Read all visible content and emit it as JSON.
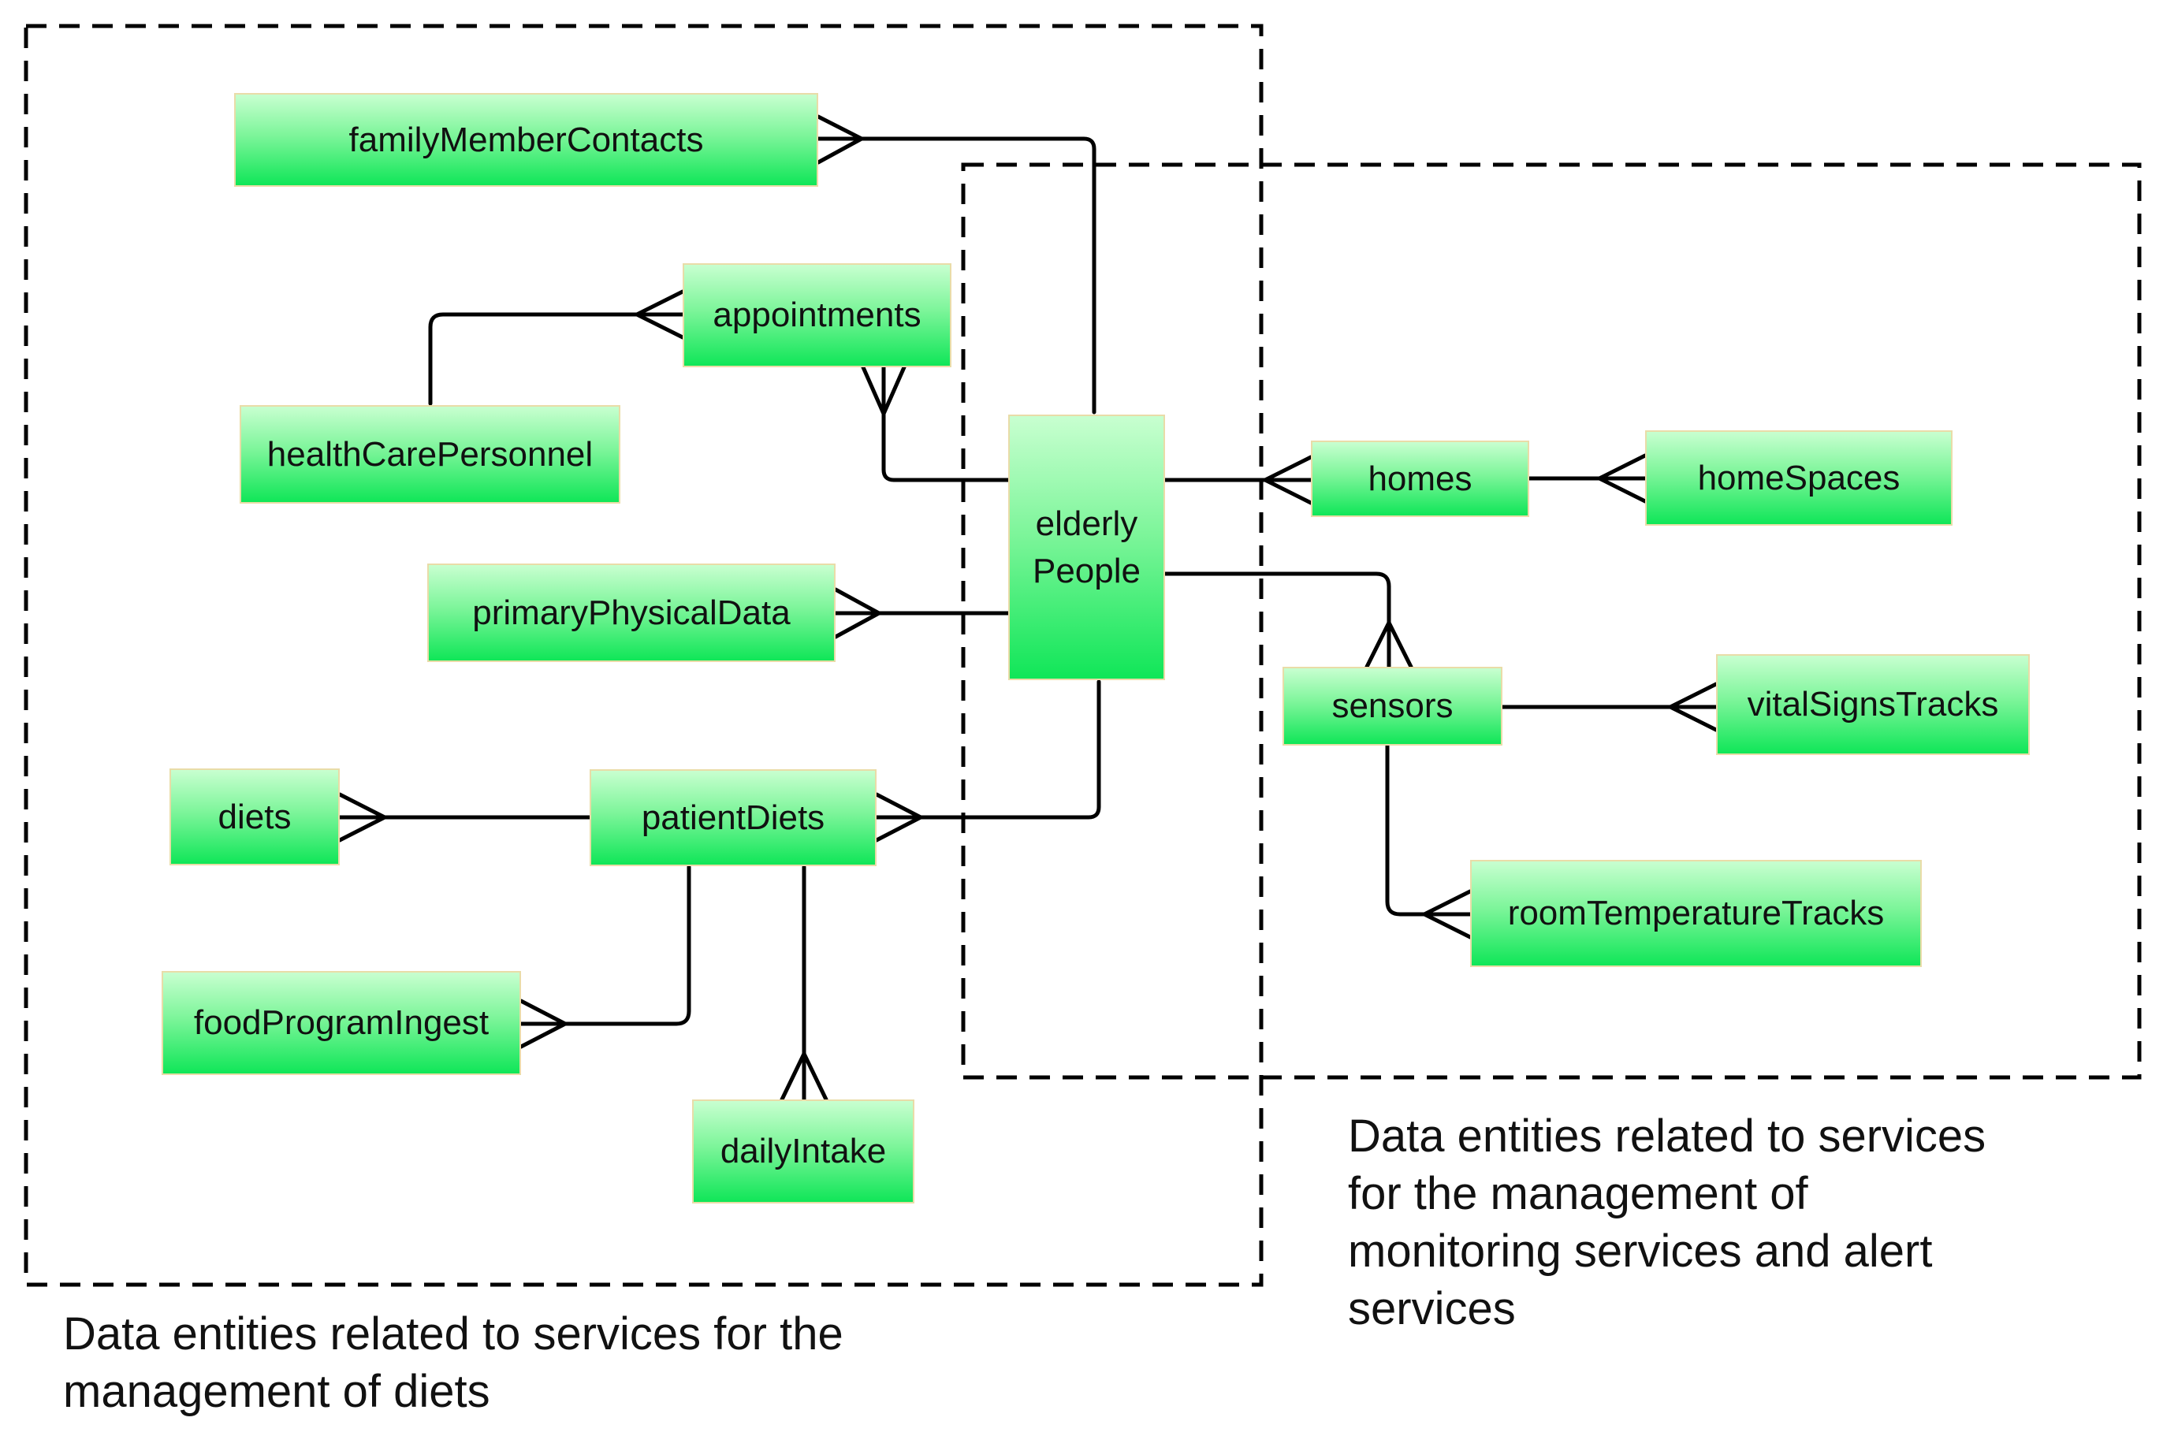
{
  "entities": {
    "familyMemberContacts": "familyMemberContacts",
    "appointments": "appointments",
    "healthCarePersonnel": "healthCarePersonnel",
    "primaryPhysicalData": "primaryPhysicalData",
    "elderlyPeople": [
      "elderly",
      "People"
    ],
    "homes": "homes",
    "homeSpaces": "homeSpaces",
    "sensors": "sensors",
    "vitalSignsTracks": "vitalSignsTracks",
    "roomTemperatureTracks": "roomTemperatureTracks",
    "diets": "diets",
    "patientDiets": "patientDiets",
    "foodProgramIngest": "foodProgramIngest",
    "dailyIntake": "dailyIntake"
  },
  "captions": {
    "diets_group": [
      "Data entities related to services for the",
      "management of diets"
    ],
    "monitoring_group": [
      "Data entities related to services",
      "for the management of",
      "monitoring services and alert",
      "services"
    ]
  },
  "colors": {
    "entity_fill_top": "#c8ffd0",
    "entity_fill_bottom": "#10e658",
    "entity_border": "#e9dca8",
    "line": "#000000"
  }
}
